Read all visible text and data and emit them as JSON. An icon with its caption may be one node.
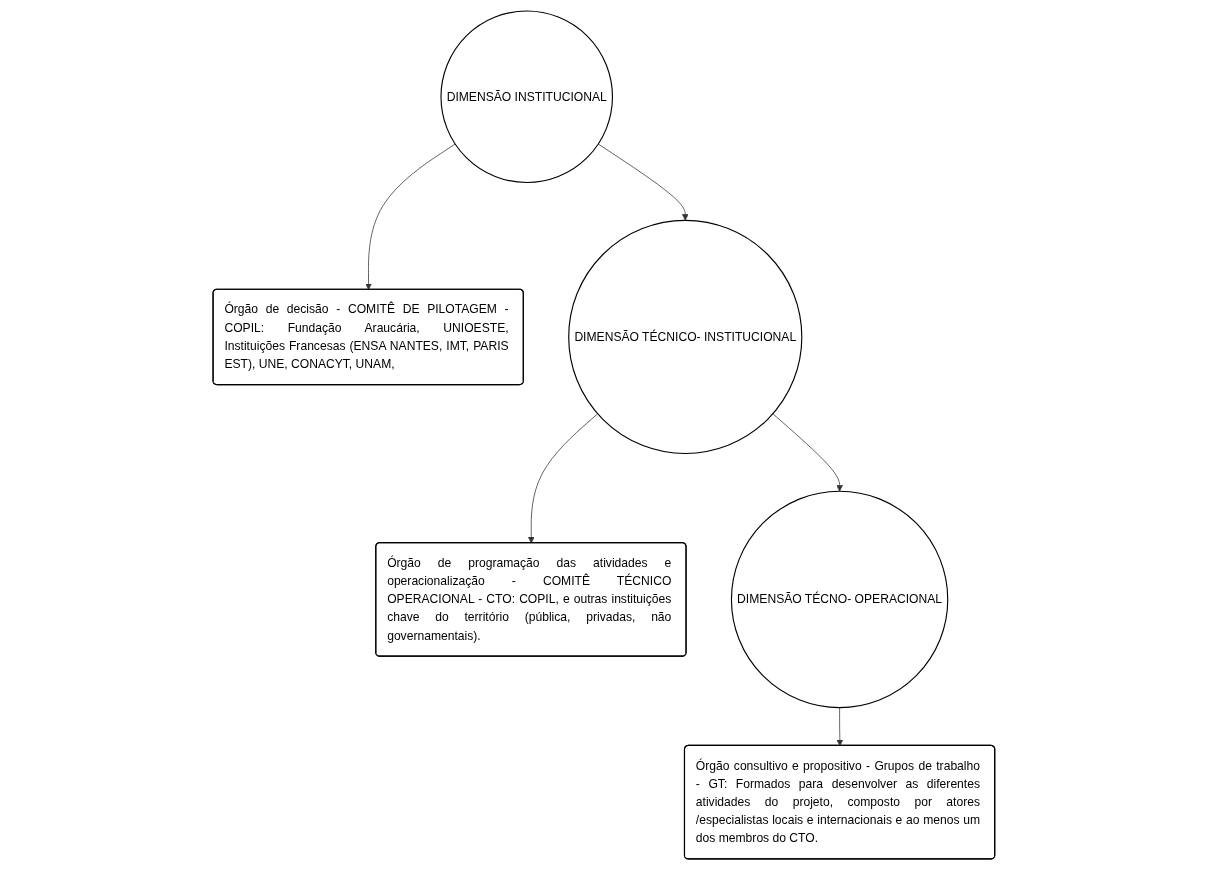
{
  "diagram": {
    "nodes": [
      {
        "text": [
          "DIMENSÃO INSTITUCIONAL"
        ]
      },
      {
        "text": [
          "Órgão de decisão - COMITÊ DE PILOTAGEM - COPIL: Fundação Araucária, UNIOESTE, Instituições Francesas (ENSA NANTES, IMT, PARIS EST), UNE, CONACYT, UNAM,"
        ]
      },
      {
        "text": [
          "DIMENSÃO TÉCNICO- INSTITUCIONAL"
        ]
      },
      {
        "text": [
          "Órgão de programação das atividades e operacionalização - COMITÊ TÉCNICO OPERACIONAL - CTO: COPIL, e outras instituições chave do território (pública, privadas, não governamentais)."
        ]
      },
      {
        "text": [
          "DIMENSÃO TÉCNO- OPERACIONAL"
        ]
      },
      {
        "text": [
          "Órgão consultivo e propositivo - Grupos de trabalho - GT: Formados para desenvolver as diferentes atividades do projeto, composto por atores /especialistas locais e internacionais e ao menos um dos membros do CTO."
        ]
      }
    ],
    "edges": [
      {
        "from": 0,
        "to": 1,
        "arrow": "to"
      },
      {
        "from": 0,
        "to": 2,
        "arrow": "to"
      },
      {
        "from": 2,
        "to": 3,
        "arrow": "to"
      },
      {
        "from": 2,
        "to": 4,
        "arrow": "to"
      },
      {
        "from": 4,
        "to": 5,
        "arrow": "to"
      }
    ]
  }
}
